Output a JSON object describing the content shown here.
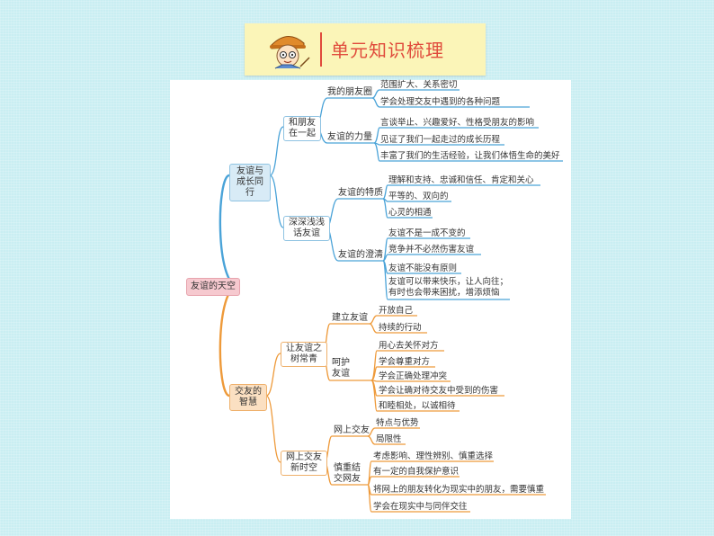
{
  "banner": {
    "title": "单元知识梳理",
    "mascot_icon": "cartoon-teacher-with-pointer"
  },
  "colors": {
    "blue_branch": "#4aa3d8",
    "orange_branch": "#ee9a3a",
    "root_fill": "#f6c9cf",
    "banner_fill": "#fbf5b8",
    "title_color": "#e04b3c"
  },
  "mindmap": {
    "root": "友谊的天空",
    "branches": [
      {
        "label": "友谊与成长同行",
        "subs": [
          {
            "label": "和朋友在一起",
            "groups": [
              {
                "label": "我的朋友圈",
                "items": [
                  "范围扩大、关系密切",
                  "学会处理交友中遇到的各种问题"
                ]
              },
              {
                "label": "友谊的力量",
                "items": [
                  "言谈举止、兴趣爱好、性格受朋友的影响",
                  "见证了我们一起走过的成长历程",
                  "丰富了我们的生活经验，让我们体悟生命的美好"
                ]
              }
            ]
          },
          {
            "label": "深深浅浅话友谊",
            "groups": [
              {
                "label": "友谊的特质",
                "items": [
                  "理解和支持、忠诚和信任、肯定和关心",
                  "平等的、双向的",
                  "心灵的相通"
                ]
              },
              {
                "label": "友谊的澄清",
                "items": [
                  "友谊不是一成不变的",
                  "竞争并不必然伤害友谊",
                  "友谊不能没有原则",
                  "友谊可以带来快乐，让人向往；有时也会带来困扰，增添烦恼"
                ]
              }
            ]
          }
        ]
      },
      {
        "label": "交友的智慧",
        "subs": [
          {
            "label": "让友谊之树常青",
            "groups": [
              {
                "label": "建立友谊",
                "items": [
                  "开放自己",
                  "持续的行动"
                ]
              },
              {
                "label": "呵护友谊",
                "items": [
                  "用心去关怀对方",
                  "学会尊重对方",
                  "学会正确处理冲突",
                  "学会让确对待交友中受到的伤害",
                  "和睦相处，以诚相待"
                ]
              }
            ]
          },
          {
            "label": "网上交友新时空",
            "groups": [
              {
                "label": "网上交友",
                "items": [
                  "特点与优势",
                  "局限性"
                ]
              },
              {
                "label": "慎重结交网友",
                "items": [
                  "考虑影响、理性辨别、慎重选择",
                  "有一定的自我保护意识",
                  "将网上的朋友转化为现实中的朋友，需要慎重",
                  "学会在现实中与同伴交往"
                ]
              }
            ]
          }
        ]
      }
    ]
  }
}
